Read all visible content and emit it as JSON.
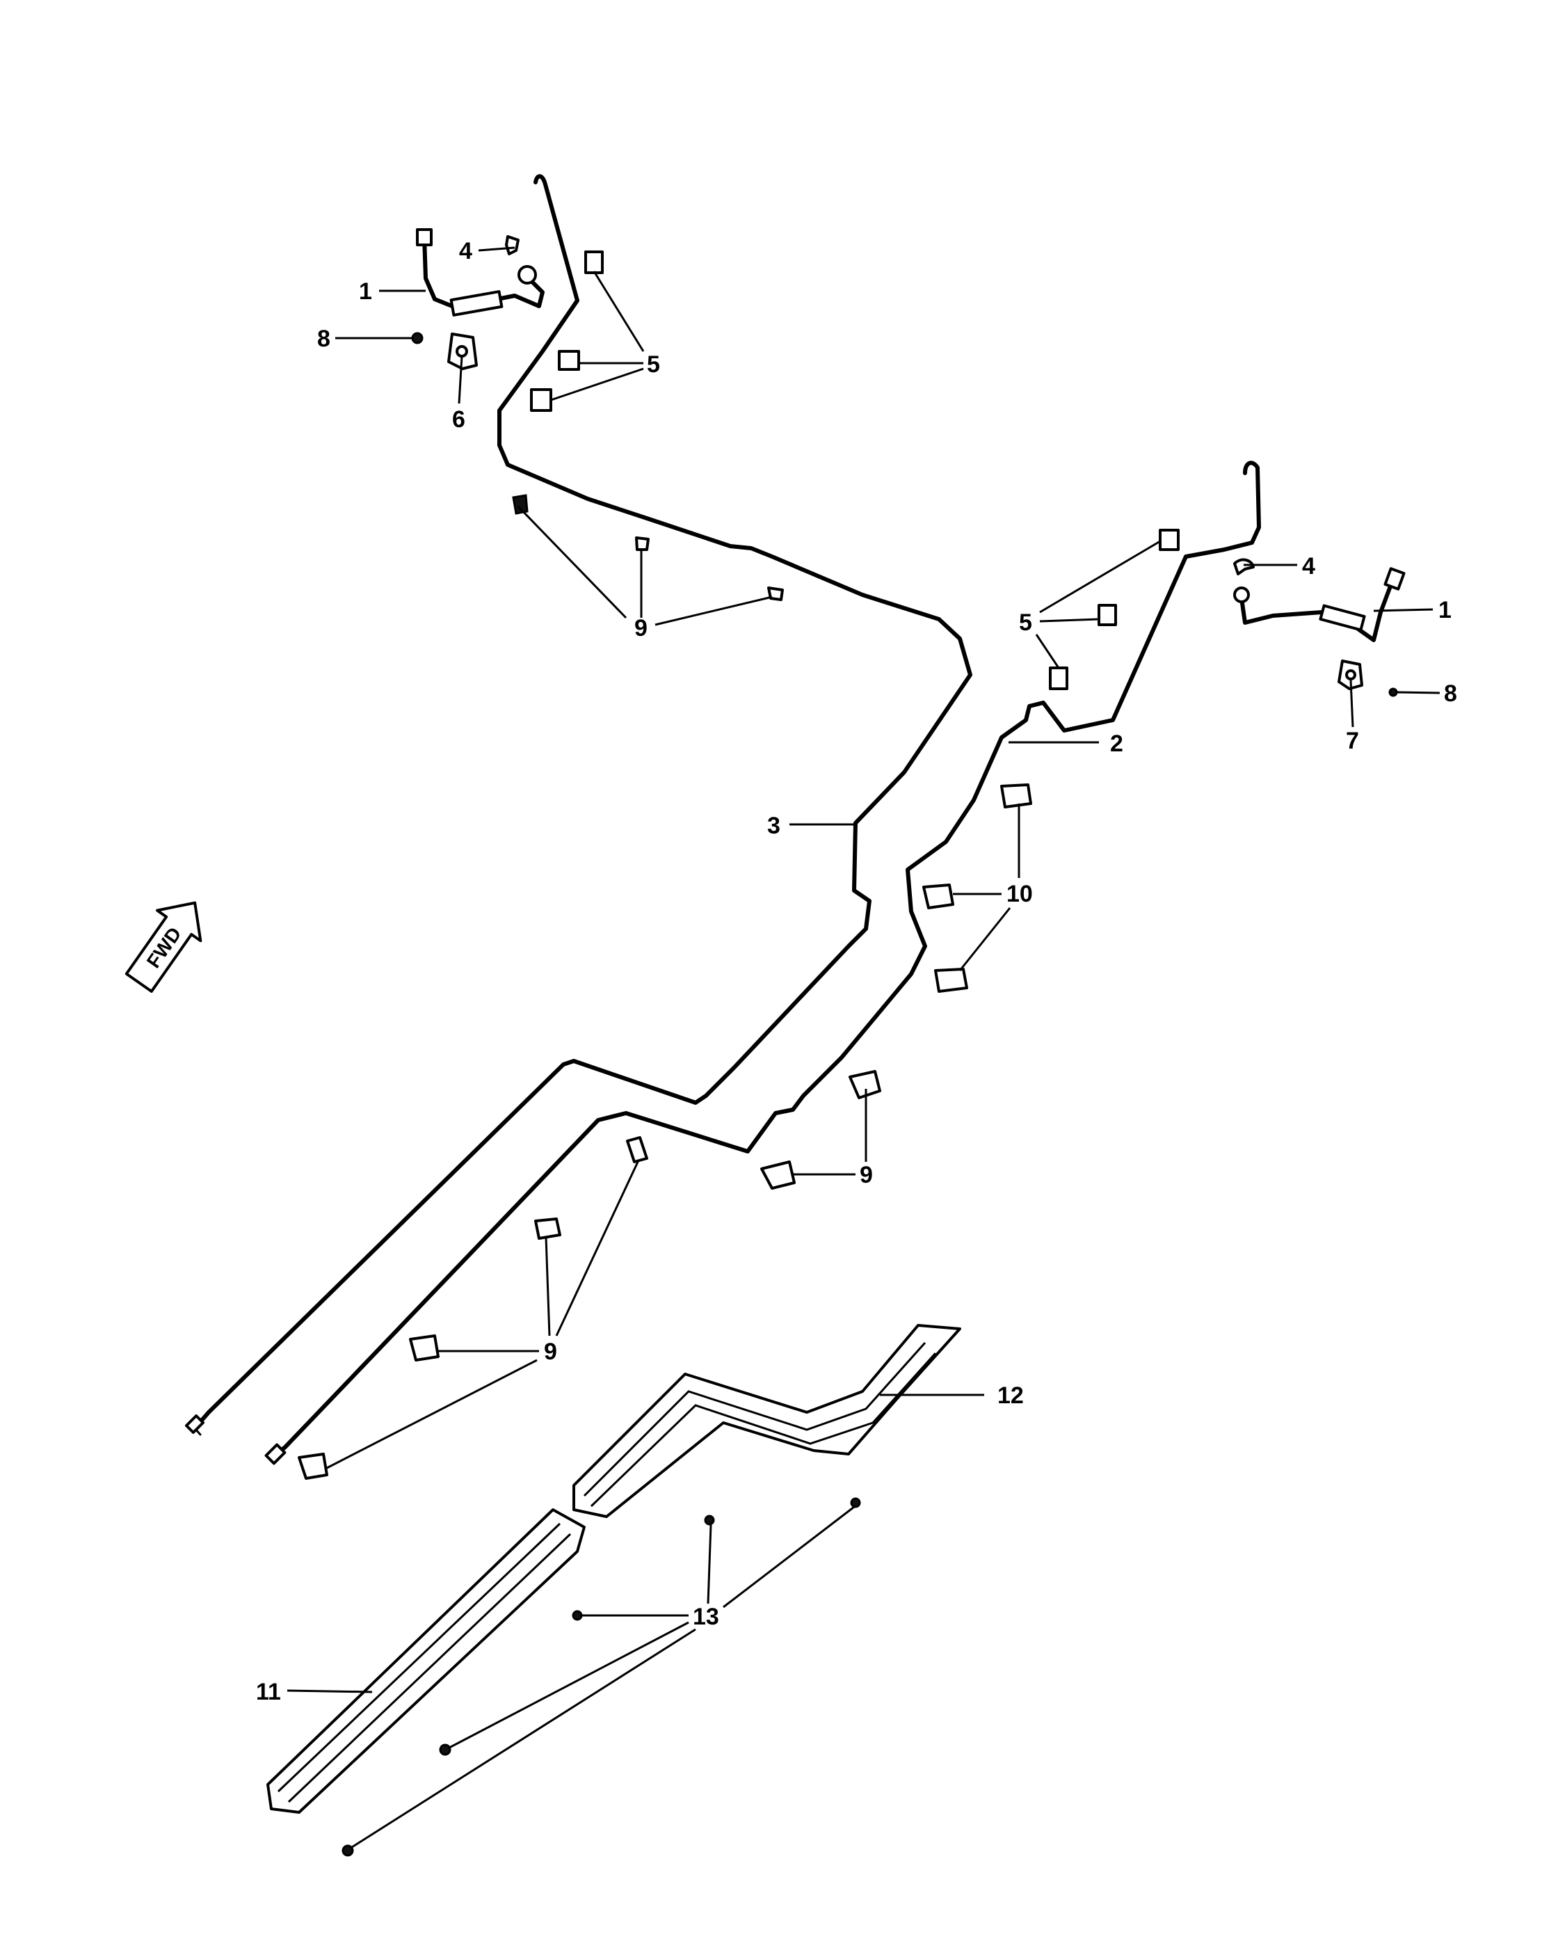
{
  "orientation_label": "FWD",
  "callouts": [
    "1",
    "2",
    "3",
    "4",
    "5",
    "6",
    "7",
    "8",
    "9",
    "10",
    "11",
    "12",
    "13"
  ]
}
